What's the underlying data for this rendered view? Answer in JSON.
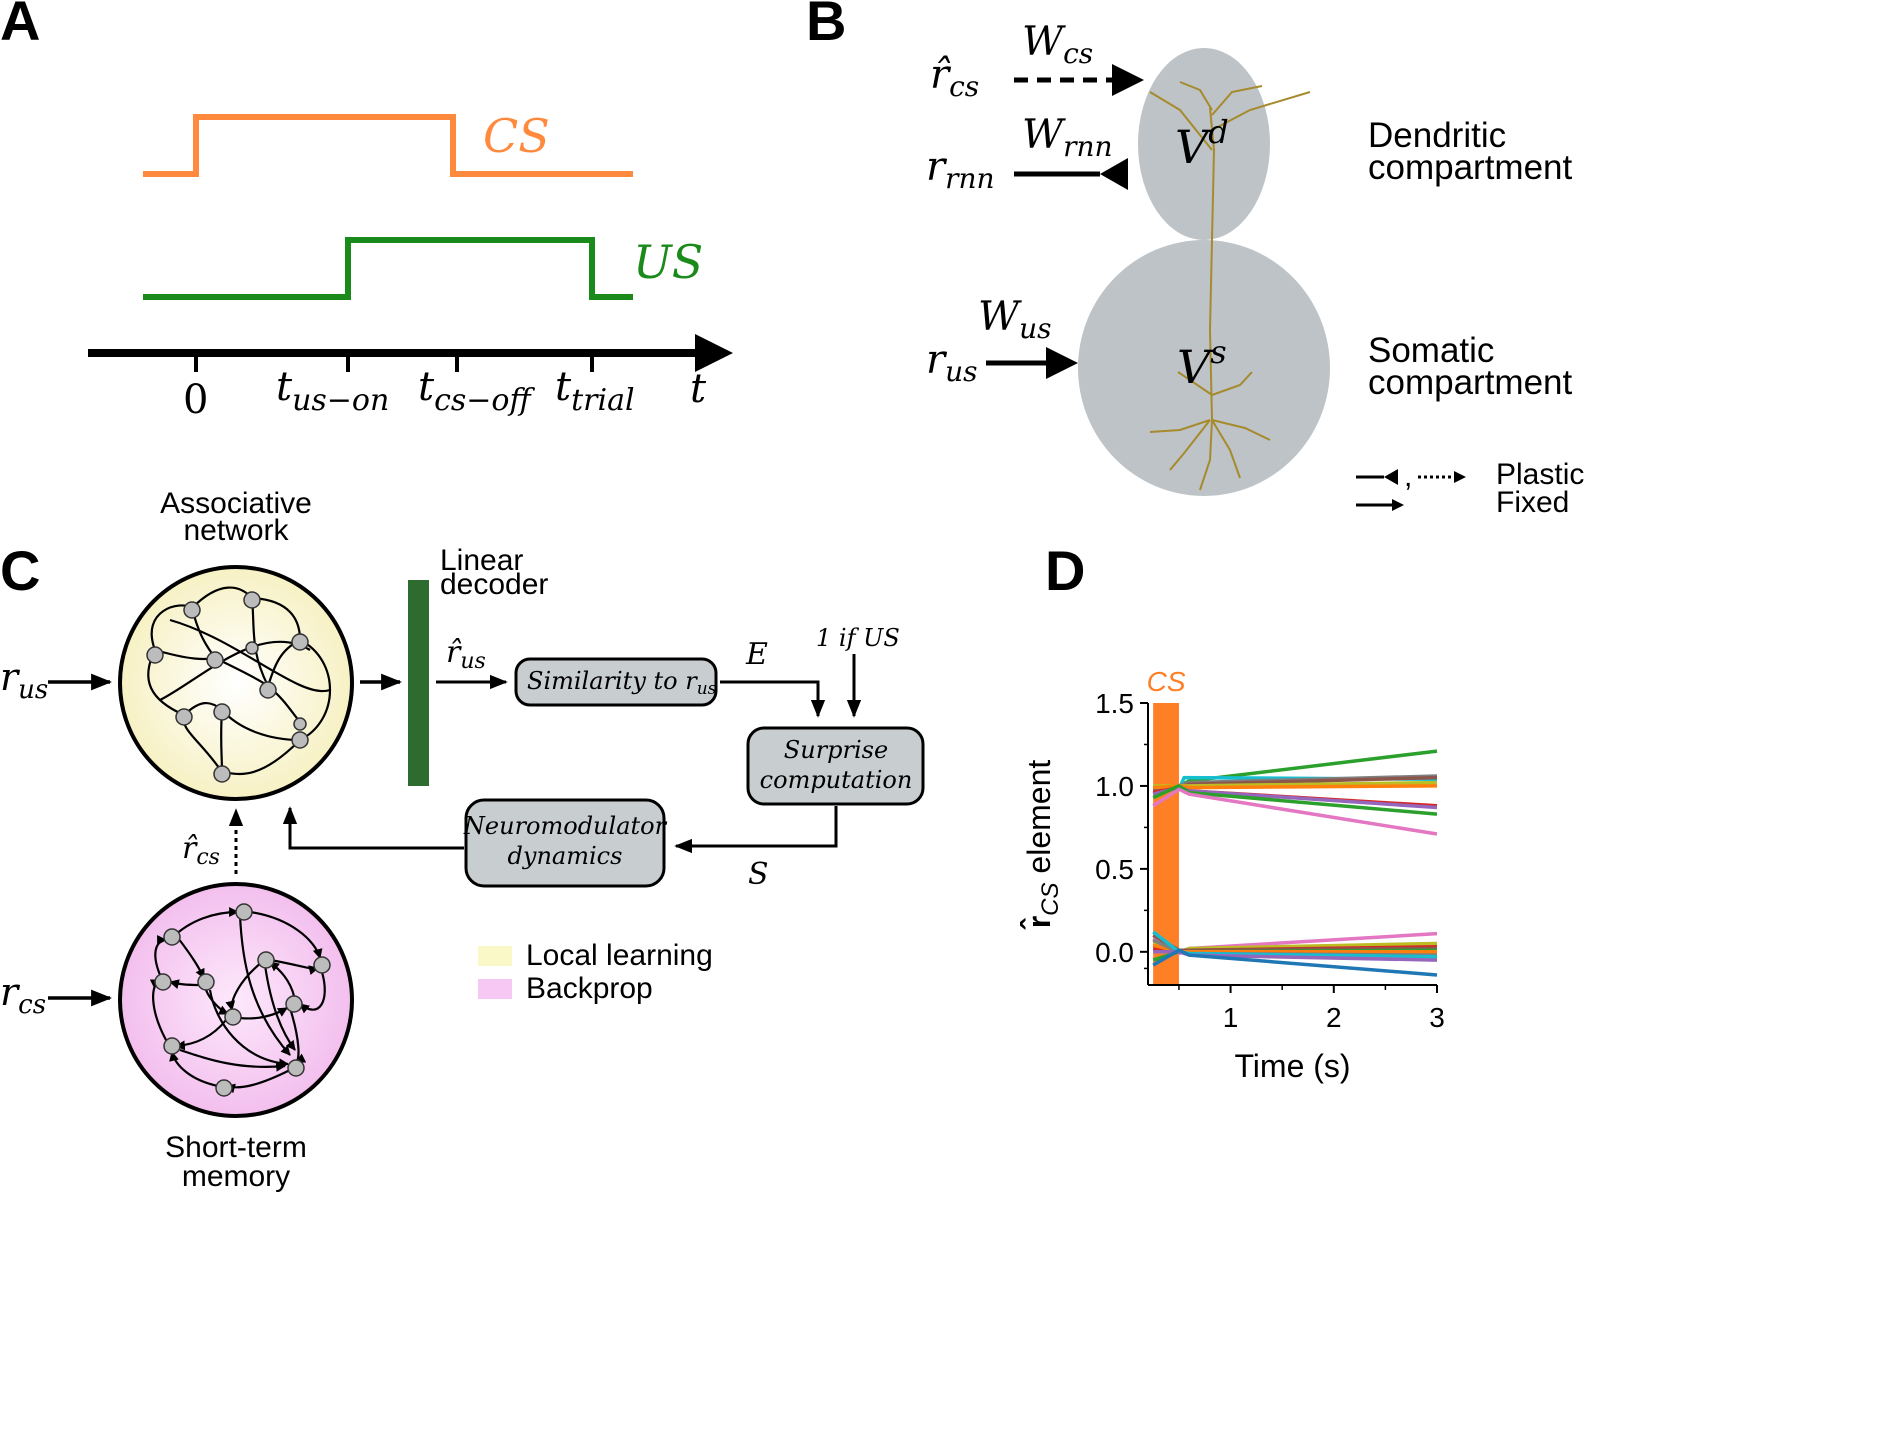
{
  "panels": {
    "a": "A",
    "b": "B",
    "c": "C",
    "d": "D"
  },
  "panel_a": {
    "cs_label": "CS",
    "us_label": "US",
    "ticks": [
      "0",
      "t",
      "us−on",
      "t",
      "cs−off",
      "t",
      "trial"
    ],
    "axis_label": "t",
    "colors": {
      "cs": "#ff8a3d",
      "us": "#1a8a1a"
    }
  },
  "panel_b": {
    "r_cs": "r̂",
    "r_cs_sub": "cs",
    "W_cs": "W",
    "W_cs_sub": "cs",
    "r_rnn": "r",
    "r_rnn_sub": "rnn",
    "W_rnn": "W",
    "W_rnn_sub": "rnn",
    "r_us": "r",
    "r_us_sub": "us",
    "W_us": "W",
    "W_us_sub": "us",
    "V_d": "V",
    "V_d_sup": "d",
    "V_s": "V",
    "V_s_sup": "s",
    "dendritic_1": "Dendritic",
    "dendritic_2": "compartment",
    "somatic_1": "Somatic",
    "somatic_2": "compartment",
    "legend_plastic": "Plastic",
    "legend_fixed": "Fixed",
    "legend_comma": ","
  },
  "panel_c": {
    "assoc_1": "Associative",
    "assoc_2": "network",
    "stm_1": "Short-term",
    "stm_2": "memory",
    "decoder_1": "Linear",
    "decoder_2": "decoder",
    "r_us": "r",
    "r_us_sub": "us",
    "r_cs": "r",
    "r_cs_sub": "cs",
    "rhat_us": "r̂",
    "rhat_us_sub": "us",
    "rhat_cs": "r̂",
    "rhat_cs_sub": "cs",
    "E": "E",
    "S": "S",
    "one_if_us": "1 if US",
    "similarity": "Similarity to r",
    "similarity_sub": "us",
    "surprise_1": "Surprise",
    "surprise_2": "computation",
    "neuro_1": "Neuromodulator",
    "neuro_2": "dynamics",
    "legend_local": "Local learning",
    "legend_backprop": "Backprop",
    "colors": {
      "local": "#fbf8c8",
      "backprop": "#f8c8f4",
      "decoder": "#2e6b2e",
      "box": "#c8cdd0"
    }
  },
  "chart_data": {
    "type": "line",
    "title": "",
    "xlabel": "Time (s)",
    "ylabel": "r̂",
    "ylabel_sub": "CS",
    "ylabel_tail": " element",
    "cs_label": "CS",
    "cs_window": [
      0.25,
      0.5
    ],
    "xlim": [
      0.2,
      3.0
    ],
    "ylim": [
      -0.2,
      1.5
    ],
    "xticks": [
      "1",
      "2",
      "3"
    ],
    "xtick_values": [
      1,
      2,
      3
    ],
    "yticks": [
      "1.5",
      "1.0",
      "0.5",
      "0.0"
    ],
    "ytick_values": [
      1.5,
      1.0,
      0.5,
      0.0
    ],
    "series": [
      {
        "color": "#2ca02c",
        "x": [
          0.25,
          0.5,
          0.6,
          3.0
        ],
        "y": [
          0.95,
          1.0,
          1.03,
          1.21
        ]
      },
      {
        "color": "#17becf",
        "x": [
          0.25,
          0.5,
          0.55,
          3.0
        ],
        "y": [
          1.0,
          0.98,
          1.05,
          1.04
        ]
      },
      {
        "color": "#7f7f7f",
        "x": [
          0.25,
          0.5,
          0.6,
          3.0
        ],
        "y": [
          0.97,
          1.0,
          1.02,
          1.06
        ]
      },
      {
        "color": "#8c564b",
        "x": [
          0.25,
          0.5,
          0.6,
          3.0
        ],
        "y": [
          0.98,
          0.99,
          1.01,
          1.05
        ]
      },
      {
        "color": "#bcbd22",
        "x": [
          0.25,
          0.5,
          0.6,
          3.0
        ],
        "y": [
          1.0,
          1.0,
          1.0,
          1.02
        ]
      },
      {
        "color": "#ff7f0e",
        "x": [
          0.25,
          0.5,
          0.6,
          3.0
        ],
        "y": [
          0.99,
          1.0,
          0.99,
          1.0
        ]
      },
      {
        "color": "#d62728",
        "x": [
          0.25,
          0.5,
          0.6,
          3.0
        ],
        "y": [
          0.96,
          0.99,
          0.97,
          0.88
        ]
      },
      {
        "color": "#9467bd",
        "x": [
          0.25,
          0.5,
          0.6,
          3.0
        ],
        "y": [
          0.95,
          0.99,
          0.97,
          0.87
        ]
      },
      {
        "color": "#2ca02c",
        "x": [
          0.25,
          0.5,
          0.6,
          3.0
        ],
        "y": [
          0.93,
          1.0,
          0.96,
          0.83
        ]
      },
      {
        "color": "#e377c2",
        "x": [
          0.25,
          0.5,
          0.6,
          3.0
        ],
        "y": [
          0.88,
          0.98,
          0.95,
          0.71
        ]
      },
      {
        "color": "#e377c2",
        "x": [
          0.25,
          0.5,
          0.6,
          3.0
        ],
        "y": [
          0.08,
          -0.01,
          0.02,
          0.11
        ]
      },
      {
        "color": "#bcbd22",
        "x": [
          0.25,
          0.5,
          0.6,
          3.0
        ],
        "y": [
          0.05,
          0.0,
          0.02,
          0.05
        ]
      },
      {
        "color": "#d62728",
        "x": [
          0.25,
          0.5,
          0.6,
          3.0
        ],
        "y": [
          0.02,
          0.0,
          0.01,
          0.03
        ]
      },
      {
        "color": "#8c564b",
        "x": [
          0.25,
          0.5,
          0.6,
          3.0
        ],
        "y": [
          0.1,
          0.01,
          0.01,
          0.02
        ]
      },
      {
        "color": "#2ca02c",
        "x": [
          0.25,
          0.5,
          0.6,
          3.0
        ],
        "y": [
          -0.05,
          0.0,
          0.0,
          0.01
        ]
      },
      {
        "color": "#ff7f0e",
        "x": [
          0.25,
          0.5,
          0.6,
          3.0
        ],
        "y": [
          0.04,
          0.0,
          0.0,
          0.0
        ]
      },
      {
        "color": "#7f7f7f",
        "x": [
          0.25,
          0.5,
          0.6,
          3.0
        ],
        "y": [
          0.07,
          0.0,
          -0.01,
          -0.02
        ]
      },
      {
        "color": "#17becf",
        "x": [
          0.25,
          0.5,
          0.6,
          3.0
        ],
        "y": [
          0.12,
          0.0,
          -0.01,
          -0.03
        ]
      },
      {
        "color": "#9467bd",
        "x": [
          0.25,
          0.5,
          0.6,
          3.0
        ],
        "y": [
          0.0,
          0.0,
          -0.02,
          -0.05
        ]
      },
      {
        "color": "#1f77b4",
        "x": [
          0.25,
          0.5,
          0.6,
          3.0
        ],
        "y": [
          -0.08,
          0.01,
          -0.02,
          -0.14
        ]
      }
    ]
  }
}
